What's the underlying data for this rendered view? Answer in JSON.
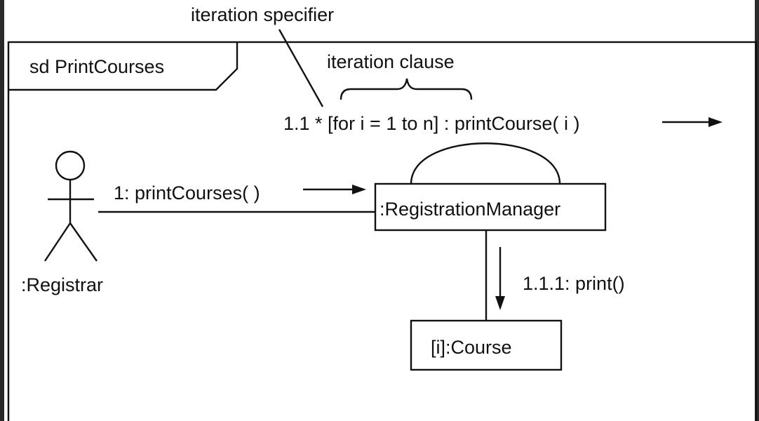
{
  "frame": {
    "label": "sd PrintCourses"
  },
  "annotations": {
    "iteration_specifier": "iteration specifier",
    "iteration_clause": "iteration clause"
  },
  "messages": {
    "self_message": "1.1 * [for i = 1 to n] : printCourse( i )",
    "actor_message": "1: printCourses( )",
    "course_message": "1.1.1: print()"
  },
  "participants": {
    "actor": ":Registrar",
    "manager": ":RegistrationManager",
    "course": "[i]:Course"
  },
  "colors": {
    "background": "#2a2a2a",
    "paper": "#ffffff",
    "ink": "#111111"
  }
}
